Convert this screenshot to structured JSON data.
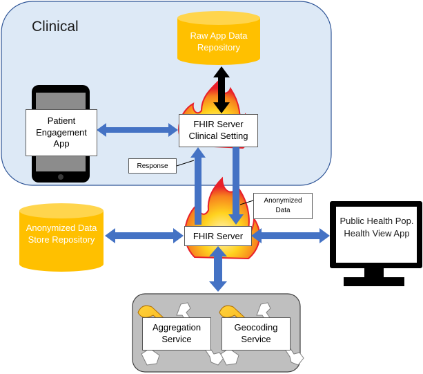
{
  "zone": {
    "title": "Clinical"
  },
  "nodes": {
    "raw_repo": "Raw App Data Repository",
    "patient_app": "Patient Engagement App",
    "fhir_clinical": "FHIR Server Clinical Setting",
    "fhir_server": "FHIR Server",
    "anon_store": "Anonymized Data Store Repository",
    "public_health": "Public Health Pop. Health View App",
    "aggregation": "Aggregation Service",
    "geocoding": "Geocoding Service"
  },
  "edge_labels": {
    "response": "Response",
    "anonymized": "Anonymized Data"
  },
  "colors": {
    "clinical_zone": "#dde9f6",
    "cylinder": "#ffc000",
    "arrow": "#4472c4",
    "services_panel": "#bfbfbf",
    "flame_outer": "#e8202a",
    "flame_inner": "#ffd21f"
  },
  "icons": [
    "fire-icon",
    "phone-icon",
    "monitor-icon",
    "wrench-icon",
    "cylinder-icon"
  ]
}
